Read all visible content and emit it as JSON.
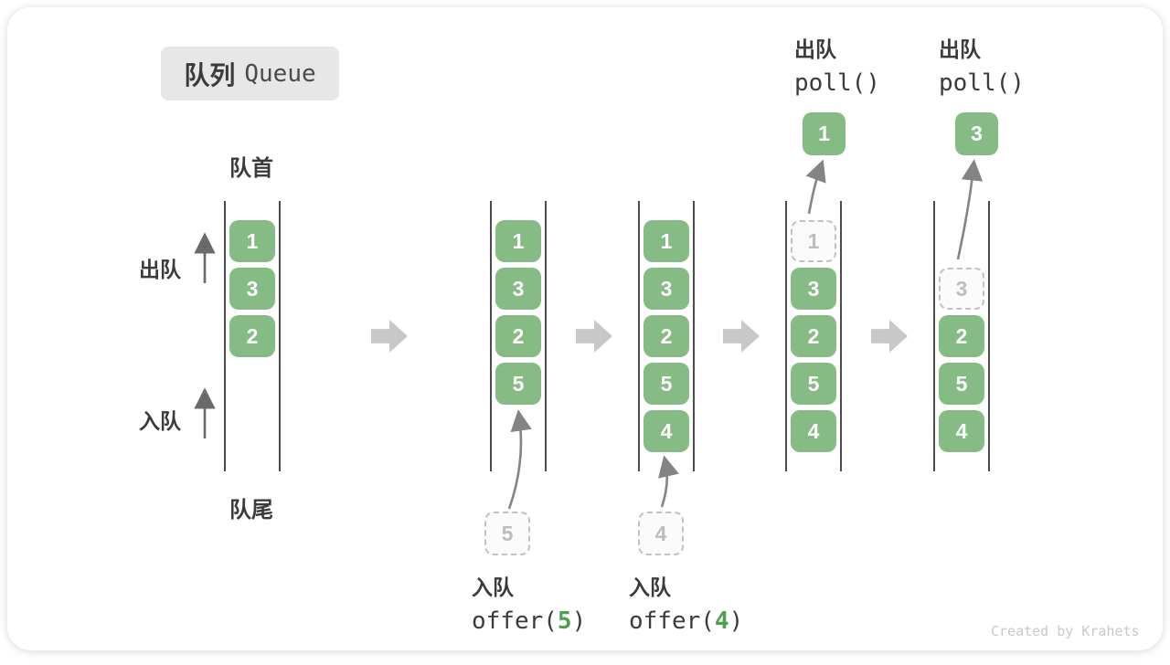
{
  "title": {
    "zh": "队列",
    "en": "Queue"
  },
  "labels": {
    "front": "队首",
    "rear": "队尾",
    "dequeue_side": "出队",
    "enqueue_side": "入队"
  },
  "queues": [
    {
      "id": "q1",
      "cells": [
        {
          "row": 0,
          "value": "1",
          "type": "filled"
        },
        {
          "row": 1,
          "value": "3",
          "type": "filled"
        },
        {
          "row": 2,
          "value": "2",
          "type": "filled"
        }
      ]
    },
    {
      "id": "q2",
      "cells": [
        {
          "row": 0,
          "value": "1",
          "type": "filled"
        },
        {
          "row": 1,
          "value": "3",
          "type": "filled"
        },
        {
          "row": 2,
          "value": "2",
          "type": "filled"
        },
        {
          "row": 3,
          "value": "5",
          "type": "filled"
        }
      ]
    },
    {
      "id": "q3",
      "cells": [
        {
          "row": 0,
          "value": "1",
          "type": "filled"
        },
        {
          "row": 1,
          "value": "3",
          "type": "filled"
        },
        {
          "row": 2,
          "value": "2",
          "type": "filled"
        },
        {
          "row": 3,
          "value": "5",
          "type": "filled"
        },
        {
          "row": 4,
          "value": "4",
          "type": "filled"
        }
      ]
    },
    {
      "id": "q4",
      "cells": [
        {
          "row": 0,
          "value": "1",
          "type": "ghost"
        },
        {
          "row": 1,
          "value": "3",
          "type": "filled"
        },
        {
          "row": 2,
          "value": "2",
          "type": "filled"
        },
        {
          "row": 3,
          "value": "5",
          "type": "filled"
        },
        {
          "row": 4,
          "value": "4",
          "type": "filled"
        }
      ]
    },
    {
      "id": "q5",
      "cells": [
        {
          "row": 1,
          "value": "3",
          "type": "ghost"
        },
        {
          "row": 2,
          "value": "2",
          "type": "filled"
        },
        {
          "row": 3,
          "value": "5",
          "type": "filled"
        },
        {
          "row": 4,
          "value": "4",
          "type": "filled"
        }
      ]
    }
  ],
  "incoming": [
    {
      "value": "5"
    },
    {
      "value": "4"
    }
  ],
  "outgoing": [
    {
      "value": "1"
    },
    {
      "value": "3"
    }
  ],
  "annotations": {
    "enq1": {
      "label": "入队",
      "code_prefix": "offer(",
      "arg": "5",
      "code_suffix": ")"
    },
    "enq2": {
      "label": "入队",
      "code_prefix": "offer(",
      "arg": "4",
      "code_suffix": ")"
    },
    "deq1": {
      "label": "出队",
      "code": "poll()"
    },
    "deq2": {
      "label": "出队",
      "code": "poll()"
    }
  },
  "watermark": "Created by Krahets",
  "colors": {
    "box_green": "#86BB86",
    "code_arg_green": "#4f9e51",
    "ghost_border": "#c2c2c2",
    "block_arrow": "#c8c8c8"
  }
}
